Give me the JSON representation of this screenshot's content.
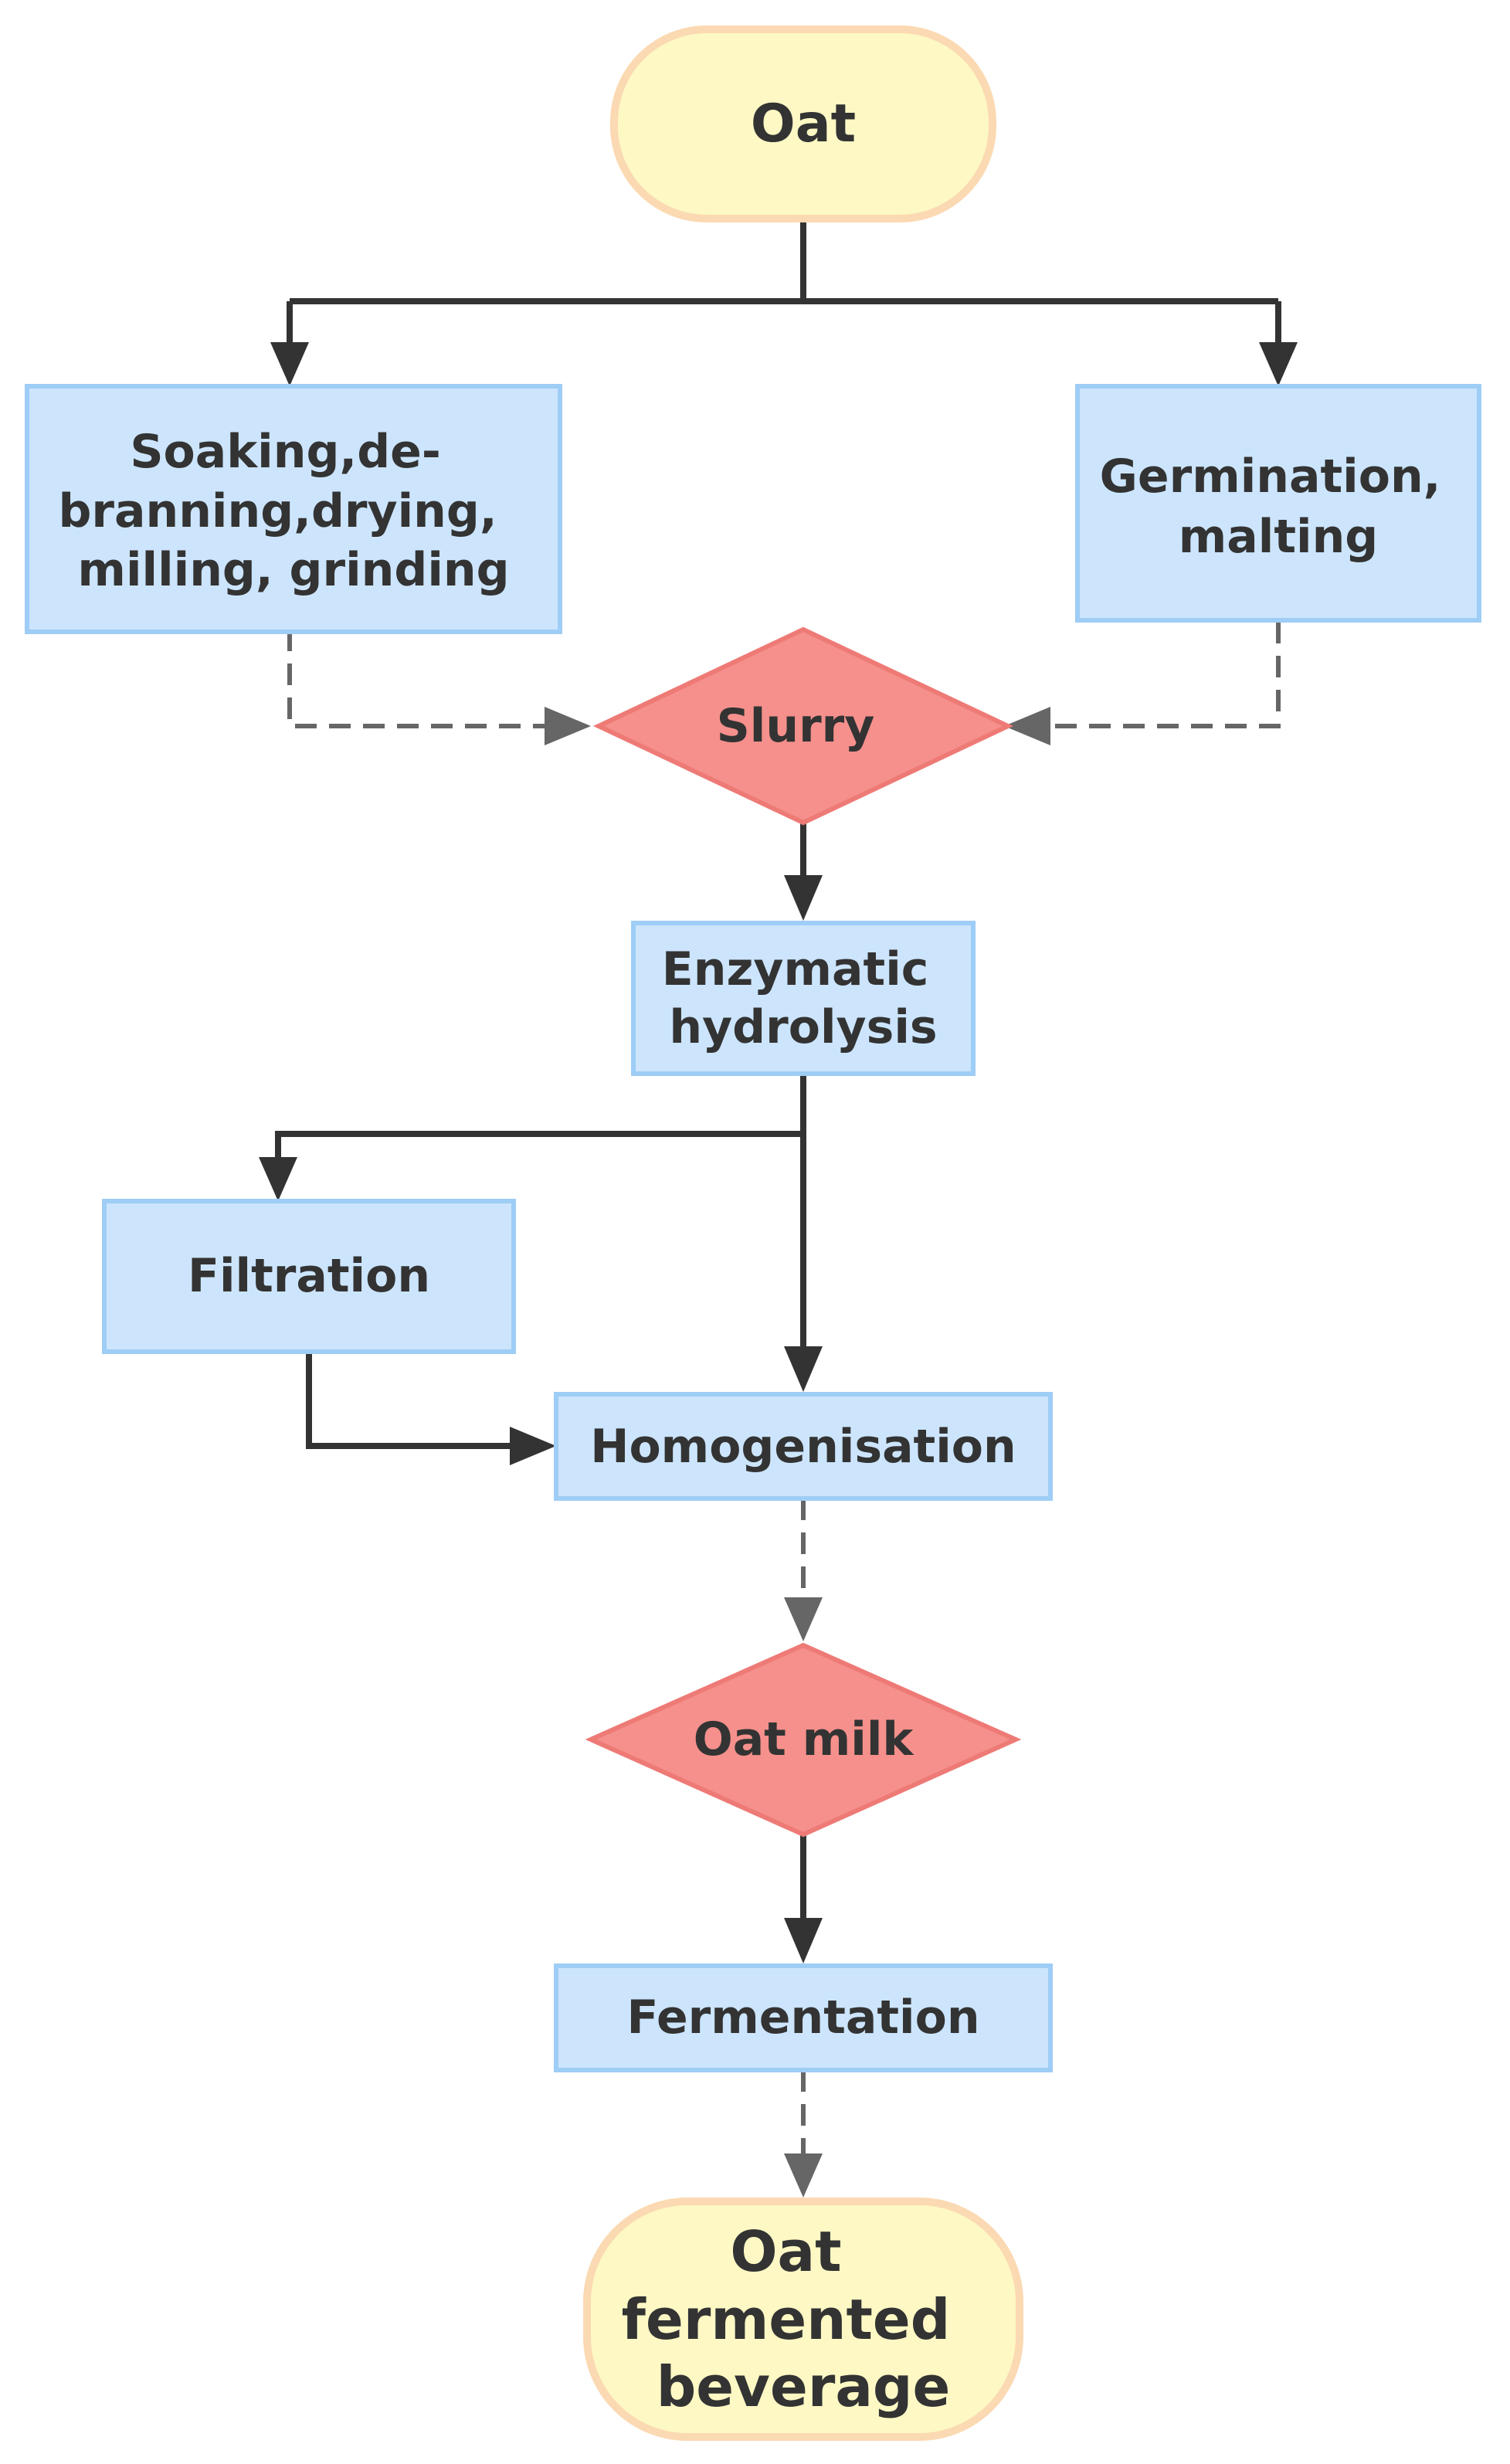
{
  "nodes": {
    "oat": {
      "lines": [
        "Oat"
      ]
    },
    "soaking": {
      "lines": [
        "Soaking,de-",
        "branning,drying,",
        "milling, grinding"
      ]
    },
    "germination": {
      "lines": [
        "Germination,",
        "malting"
      ]
    },
    "slurry": {
      "lines": [
        "Slurry"
      ]
    },
    "enzymatic": {
      "lines": [
        "Enzymatic",
        "hydrolysis"
      ]
    },
    "filtration": {
      "lines": [
        "Filtration"
      ]
    },
    "homogenisation": {
      "lines": [
        "Homogenisation"
      ]
    },
    "oat_milk": {
      "lines": [
        "Oat milk"
      ]
    },
    "fermentation": {
      "lines": [
        "Fermentation"
      ]
    },
    "beverage": {
      "lines": [
        "Oat",
        "fermented",
        "beverage"
      ]
    }
  },
  "colors": {
    "terminal_fill": "#fdf8c4",
    "terminal_stroke": "#fbd9b2",
    "process_fill": "#cce5fd",
    "process_stroke": "#9ecdf6",
    "decision_fill": "#f5908c",
    "decision_stroke": "#ee7a76",
    "solid_arrow": "#333333",
    "dashed_arrow": "#666666"
  }
}
